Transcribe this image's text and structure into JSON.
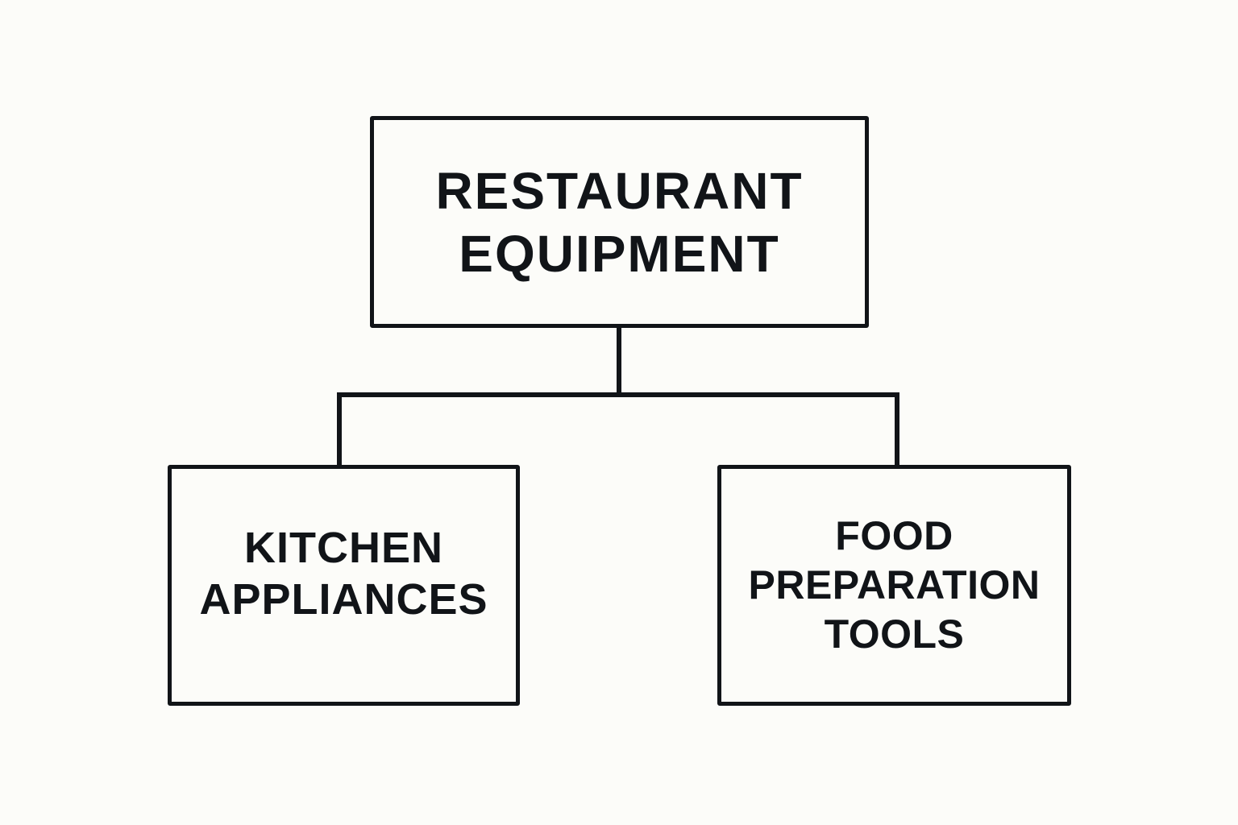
{
  "colors": {
    "background": "#fcfcf9",
    "ink": "#111418"
  },
  "diagram": {
    "type": "tree",
    "root": {
      "lines": [
        "RESTAURANT",
        "EQUIPMENT"
      ]
    },
    "children": [
      {
        "lines": [
          "KITCHEN",
          "APPLIANCES"
        ]
      },
      {
        "lines": [
          "FOOD",
          "PREPARATION",
          "TOOLS"
        ]
      }
    ]
  }
}
